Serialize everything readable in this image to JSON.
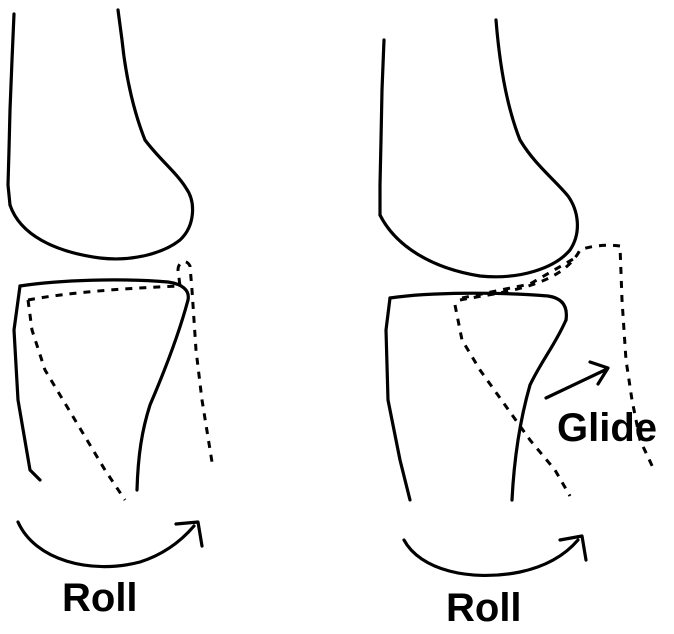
{
  "labels": {
    "roll_left": "Roll",
    "roll_right": "Roll",
    "glide": "Glide"
  },
  "colors": {
    "background": "#ffffff",
    "ink": "#000000"
  }
}
